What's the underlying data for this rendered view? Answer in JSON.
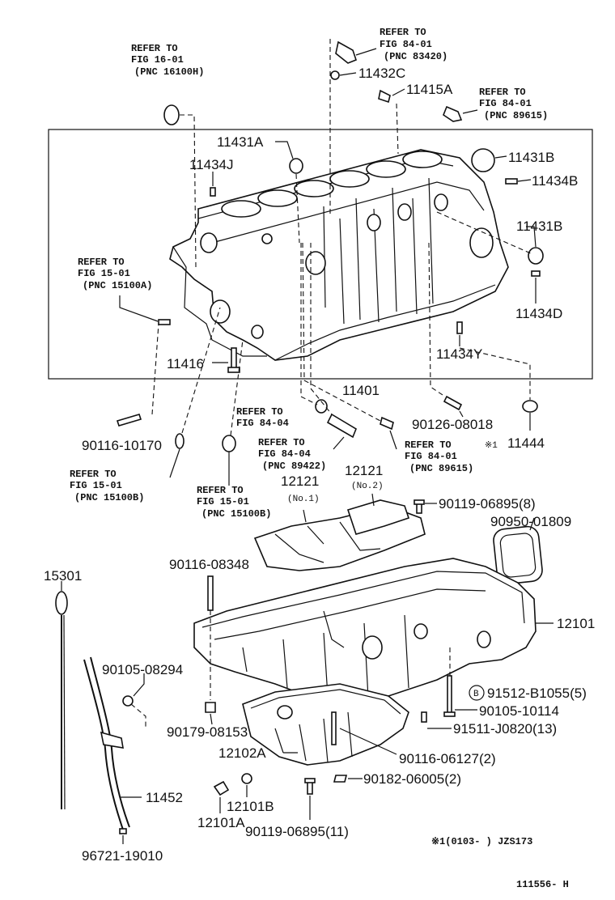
{
  "labels": {
    "ref_16_01": [
      "REFER TO",
      "FIG 16-01",
      "(PNC 16100H)"
    ],
    "ref_84_01_top": [
      "REFER TO",
      "FIG 84-01",
      "(PNC 83420)"
    ],
    "ref_84_01_right": [
      "REFER TO",
      "FIG 84-01",
      "(PNC 89615)"
    ],
    "ref_15_01_left": [
      "REFER TO",
      "FIG 15-01",
      "(PNC 15100A)"
    ],
    "ref_84_04_a": [
      "REFER TO",
      "FIG 84-04"
    ],
    "ref_84_04_b": [
      "REFER TO",
      "FIG 84-04",
      "(PNC 89422)"
    ],
    "ref_84_01_mid": [
      "REFER TO",
      "FIG 84-01",
      "(PNC 89615)"
    ],
    "ref_15_01_b1": [
      "REFER TO",
      "FIG 15-01",
      "(PNC 15100B)"
    ],
    "ref_15_01_b2": [
      "REFER TO",
      "FIG 15-01",
      "(PNC 15100B)"
    ],
    "p_11432C": "11432C",
    "p_11415A": "11415A",
    "p_11431A": "11431A",
    "p_11434J": "11434J",
    "p_11431B_top": "11431B",
    "p_11434B": "11434B",
    "p_11431B_mid": "11431B",
    "p_11434D": "11434D",
    "p_11434Y": "11434Y",
    "p_11416": "11416",
    "p_11401": "11401",
    "p_90126": "90126-08018",
    "p_11444": "11444",
    "mark_1": "※1",
    "p_90116_10170": "90116-10170",
    "p_12121_1": "12121",
    "p_12121_1_sub": "(No.1)",
    "p_12121_2": "12121",
    "p_12121_2_sub": "(No.2)",
    "p_90119_8": "90119-06895(8)",
    "p_90950": "90950-01809",
    "p_15301": "15301",
    "p_90116_08348": "90116-08348",
    "p_12101": "12101",
    "p_90105_08294": "90105-08294",
    "b_circle": "B",
    "p_91512": "91512-B1055(5)",
    "p_90105_10114": "90105-10114",
    "p_90179": "90179-08153",
    "p_91511": "91511-J0820(13)",
    "p_12102A": "12102A",
    "p_90116_06127": "90116-06127(2)",
    "p_11452": "11452",
    "p_90182": "90182-06005(2)",
    "p_12101B": "12101B",
    "p_12101A": "12101A",
    "p_90119_11": "90119-06895(11)",
    "p_96721": "96721-19010",
    "footnote": "※1(0103-      ) JZS173",
    "figure_id": "111556- H"
  }
}
